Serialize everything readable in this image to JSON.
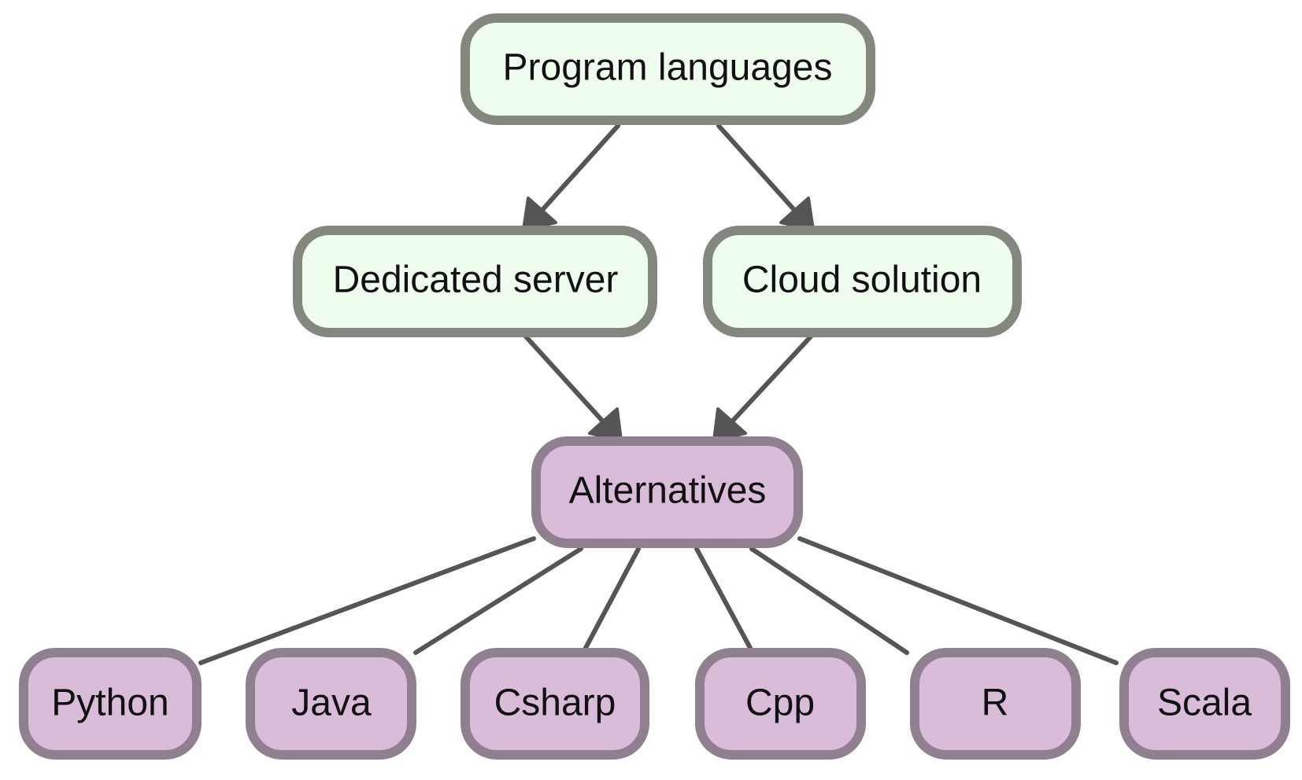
{
  "diagram": {
    "nodes": {
      "root": {
        "label": "Program languages"
      },
      "dedicated": {
        "label": "Dedicated server"
      },
      "cloud": {
        "label": "Cloud solution"
      },
      "alternatives": {
        "label": "Alternatives"
      },
      "python": {
        "label": "Python"
      },
      "java": {
        "label": "Java"
      },
      "csharp": {
        "label": "Csharp"
      },
      "cpp": {
        "label": "Cpp"
      },
      "r": {
        "label": "R"
      },
      "scala": {
        "label": "Scala"
      }
    },
    "edges": [
      {
        "from": "root",
        "to": "dedicated",
        "directed": true
      },
      {
        "from": "root",
        "to": "cloud",
        "directed": true
      },
      {
        "from": "dedicated",
        "to": "alternatives",
        "directed": true
      },
      {
        "from": "cloud",
        "to": "alternatives",
        "directed": true
      },
      {
        "from": "alternatives",
        "to": "python",
        "directed": false
      },
      {
        "from": "alternatives",
        "to": "java",
        "directed": false
      },
      {
        "from": "alternatives",
        "to": "csharp",
        "directed": false
      },
      {
        "from": "alternatives",
        "to": "cpp",
        "directed": false
      },
      {
        "from": "alternatives",
        "to": "r",
        "directed": false
      },
      {
        "from": "alternatives",
        "to": "scala",
        "directed": false
      }
    ],
    "colors": {
      "top_fill": "#eefdee",
      "top_border": "#83887f",
      "bottom_fill": "#d8bcd8",
      "bottom_border": "#8f7f8f",
      "edge": "#555555"
    }
  }
}
